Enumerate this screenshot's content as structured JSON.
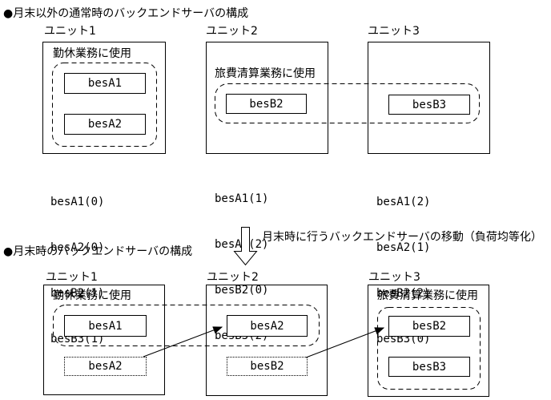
{
  "titles": {
    "top": "●月末以外の通常時のバックエンドサーバの構成",
    "bottom": "●月末時のバックエンドサーバの構成"
  },
  "transition": {
    "label": "月末時に行うバックエンドサーバの移動（負荷均等化）"
  },
  "top": {
    "unit1": {
      "label": "ユニット1",
      "group": "勤休業務に使用",
      "servers": {
        "s1": "besA1",
        "s2": "besA2"
      },
      "list": [
        "besA1(0)",
        "besA2(0)",
        "besB2(1)",
        "besB3(1)"
      ]
    },
    "unit2": {
      "label": "ユニット2",
      "group": "旅費清算業務に使用",
      "servers": {
        "s1": "besB2"
      },
      "list": [
        "besA1(1)",
        "besA2(2)",
        "besB2(0)",
        "besB3(2)"
      ]
    },
    "unit3": {
      "label": "ユニット3",
      "servers": {
        "s1": "besB3"
      },
      "list": [
        "besA1(2)",
        "besA2(1)",
        "besB2(2)",
        "besB3(0)"
      ]
    }
  },
  "bottom": {
    "unit1": {
      "label": "ユニット1",
      "group": "勤休業務に使用",
      "servers": {
        "fixed": "besA1",
        "moving": "besA2"
      }
    },
    "unit2": {
      "label": "ユニット2",
      "servers": {
        "arrived": "besA2",
        "moving": "besB2"
      }
    },
    "unit3": {
      "label": "ユニット3",
      "group": "旅費清算業務に使用",
      "servers": {
        "arrived": "besB2",
        "fixed": "besB3"
      }
    }
  },
  "colors": {
    "ink": "#000000",
    "background": "#ffffff"
  }
}
